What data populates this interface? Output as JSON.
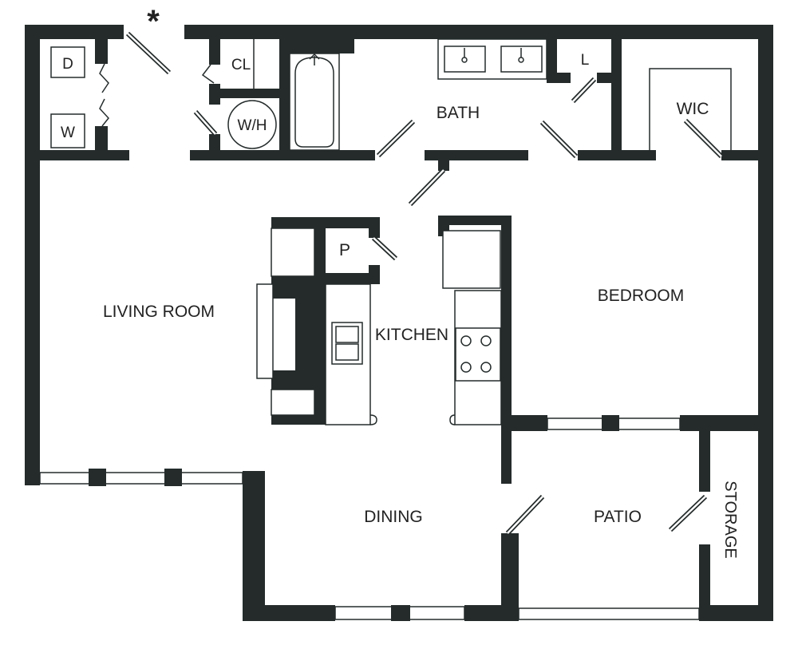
{
  "plan": {
    "entry_marker": "*",
    "rooms": {
      "dryer": "D",
      "washer": "W",
      "closet": "CL",
      "water_heater": "W/H",
      "bath": "BATH",
      "linen": "L",
      "walk_in_closet": "WIC",
      "pantry": "P",
      "living_room": "LIVING ROOM",
      "kitchen": "KITCHEN",
      "bedroom": "BEDROOM",
      "dining": "DINING",
      "patio": "PATIO",
      "storage": "STORAGE"
    },
    "colors": {
      "wall": "#252b2b",
      "background": "#ffffff"
    }
  }
}
